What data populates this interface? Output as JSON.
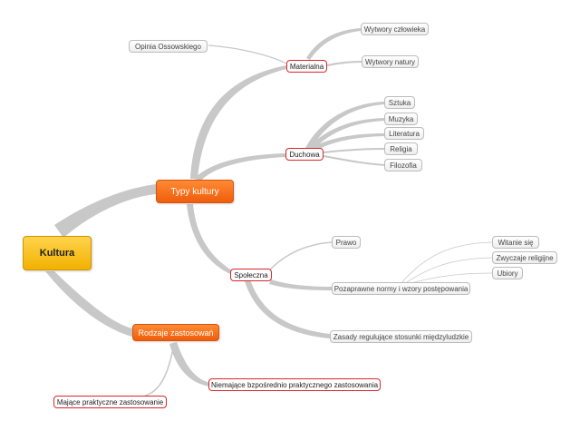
{
  "root": {
    "label": "Kultura"
  },
  "typy": {
    "label": "Typy kultury",
    "materialna": {
      "label": "Materialna",
      "children": [
        "Wytwory człowieka",
        "Wytwory natury"
      ],
      "note": "Opinia Ossowskiego"
    },
    "duchowa": {
      "label": "Duchowa",
      "children": [
        "Sztuka",
        "Muzyka",
        "Literatura",
        "Religia",
        "Filozofia"
      ]
    },
    "spoleczna": {
      "label": "Społeczna",
      "children": [
        "Prawo",
        "Pozaprawne normy i wzory postępowania",
        "Zasady regulujące stosunki międzyludzkie"
      ],
      "normy_children": [
        "Witanie się",
        "Zwyczaje religijne",
        "Ubiory"
      ]
    }
  },
  "rodzaje": {
    "label": "Rodzaje zastosowań",
    "children": [
      "Niemające bzpośrednio praktycznego zastosowania",
      "Mające praktyczne zastosowanie"
    ]
  },
  "colors": {
    "root_fill": "#f2b100",
    "main_fill": "#f26b1d",
    "sub_border": "#d9262b",
    "leaf_border": "#bcbcbc",
    "connector": "#c8c8c8"
  }
}
